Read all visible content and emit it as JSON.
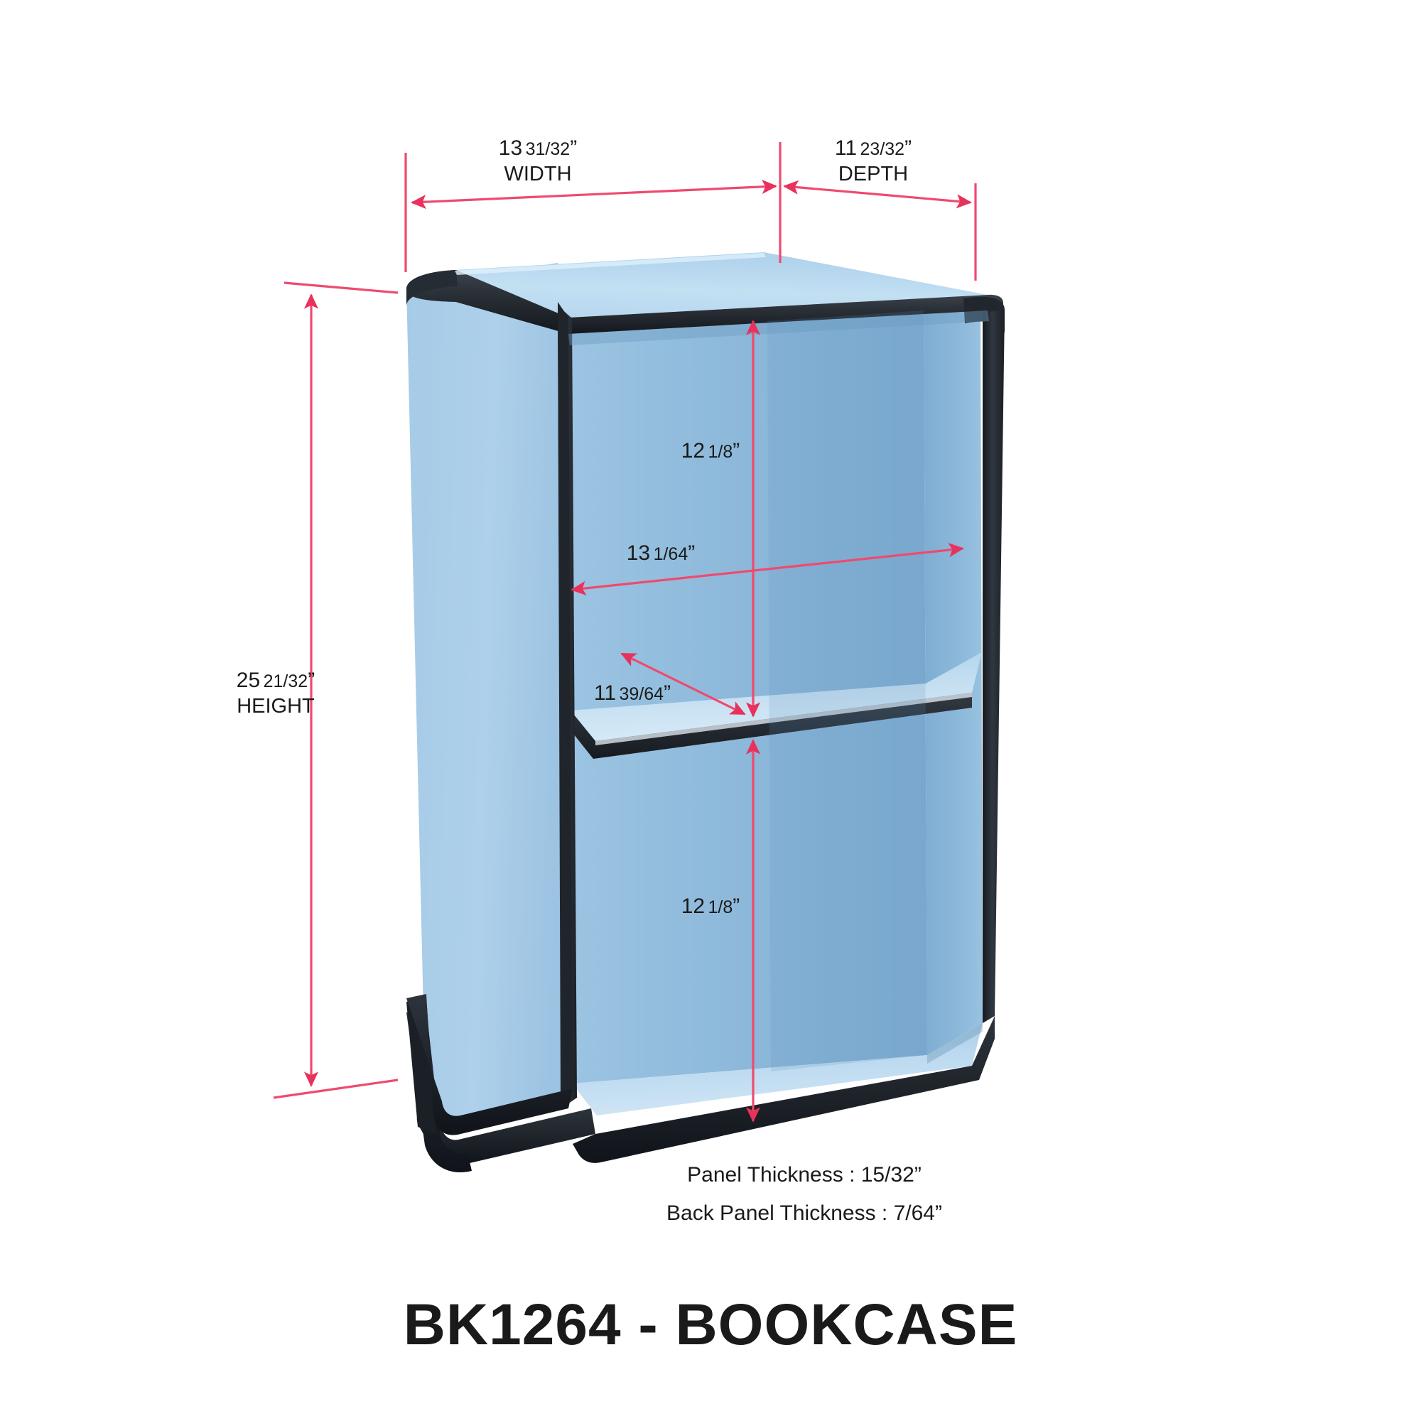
{
  "product": {
    "title": "BK1264 - BOOKCASE",
    "code": "BK1264",
    "name": "BOOKCASE"
  },
  "colors": {
    "panel_blue": "#a8cde8",
    "panel_blue_dark": "#7aabd0",
    "panel_blue_light": "#c5dff0",
    "edge_black": "#252a31",
    "dimension_red": "#e8315c",
    "dimension_line": "#ef4a6e",
    "text_dark": "#1a1a1a",
    "background": "#ffffff"
  },
  "dimensions": {
    "width": {
      "label": "WIDTH",
      "value": "13",
      "fraction": "31/32",
      "unit": "”",
      "full": "13 31/32” WIDTH"
    },
    "depth": {
      "label": "DEPTH",
      "value": "11",
      "fraction": "23/32",
      "unit": "”",
      "full": "11 23/32” DEPTH"
    },
    "height": {
      "label": "HEIGHT",
      "value": "25",
      "fraction": "21/32",
      "unit": "”",
      "full": "25 21/32” HEIGHT"
    },
    "upper_shelf_height": {
      "value": "12",
      "fraction": "1/8",
      "unit": "”",
      "full": "12 1/8”"
    },
    "lower_shelf_height": {
      "value": "12",
      "fraction": "1/8",
      "unit": "”",
      "full": "12 1/8”"
    },
    "interior_width": {
      "value": "13",
      "fraction": "1/64",
      "unit": "”",
      "full": "13 1/64”"
    },
    "interior_depth": {
      "value": "11",
      "fraction": "39/64",
      "unit": "”",
      "full": "11 39/64”"
    }
  },
  "notes": [
    "Panel Thickness : 15/32”",
    "Back Panel Thickness : 7/64”"
  ]
}
